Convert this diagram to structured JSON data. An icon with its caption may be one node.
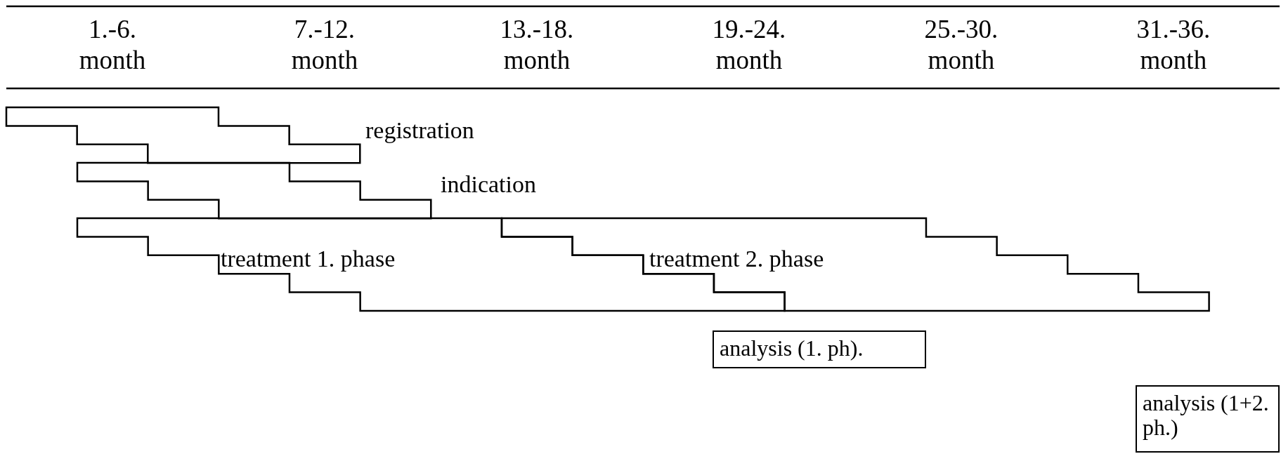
{
  "diagram": {
    "nodes": [
      {
        "text": [
          "registration"
        ]
      },
      {
        "text": [
          "indication"
        ]
      },
      {
        "text": [
          "treatment 1. phase"
        ]
      },
      {
        "text": [
          "treatment 2. phase"
        ]
      },
      {
        "text": [
          "analysis (1. ph)."
        ]
      },
      {
        "text": [
          "analysis (1+2. ph.)"
        ]
      }
    ],
    "edges": [],
    "labels": [
      "1.-6. month",
      "7.-12. month",
      "13.-18. month",
      "19.-24. month",
      "25.-30. month",
      "31.-36. month"
    ]
  }
}
